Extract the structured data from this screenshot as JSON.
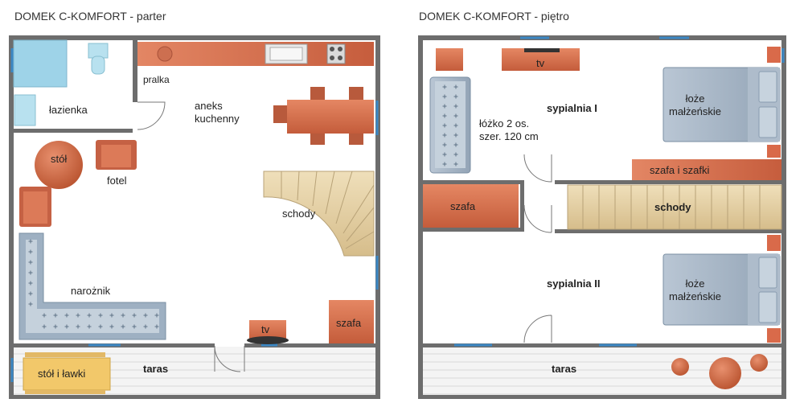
{
  "parter": {
    "title": "DOMEK C-KOMFORT - parter",
    "labels": {
      "pralka": "pralka",
      "lazienka": "łazienka",
      "aneks": "aneks\nkuchenny",
      "stol": "stół",
      "fotel": "fotel",
      "schody": "schody",
      "naroznik": "narożnik",
      "tv": "tv",
      "szafa": "szafa",
      "stol_lawki": "stół i ławki",
      "taras": "taras"
    }
  },
  "pietro": {
    "title": "DOMEK C-KOMFORT - piętro",
    "labels": {
      "tv": "tv",
      "sypialnia1": "sypialnia I",
      "lozko": "łóżko 2 os.\nszer. 120 cm",
      "loze1": "łoże\nmałżeńskie",
      "szafa_szafki": "szafa i szafki",
      "szafa": "szafa",
      "schody": "schody",
      "sypialnia2": "sypialnia II",
      "loze2": "łoże\nmałżeńskie",
      "taras": "taras"
    }
  },
  "colors": {
    "wall": "#6d6d6d",
    "window": "#3b87c4",
    "furniture": "#d96a4a",
    "furniture_dark": "#b85a3c",
    "bed": "#a9b8c8",
    "pillow": "#c7d3de",
    "stairs": "#e6d3ab",
    "bathroom": "#9ed3e8",
    "terrace_wood": "#e7d4b4",
    "table_wood": "#f2c86a"
  }
}
